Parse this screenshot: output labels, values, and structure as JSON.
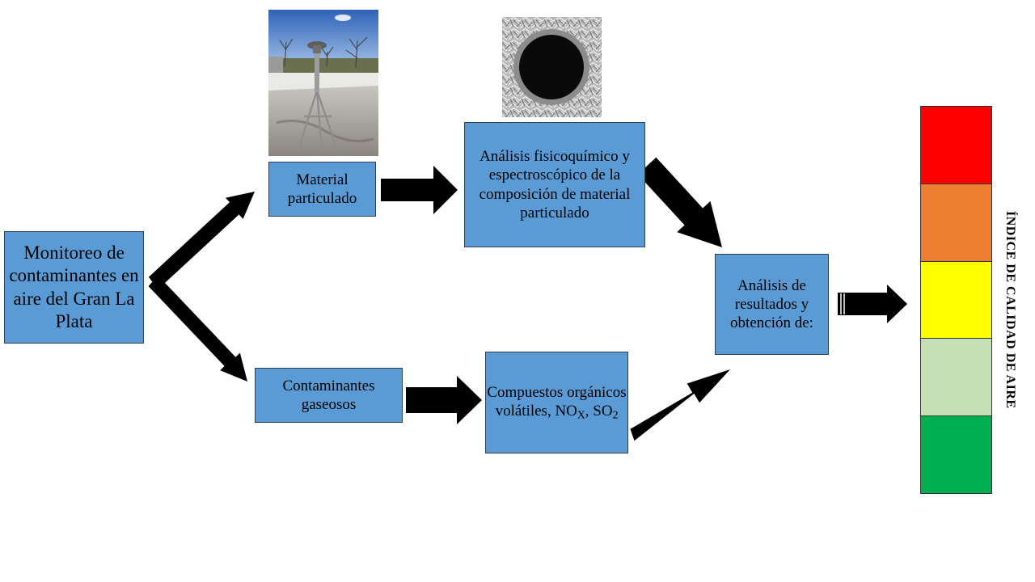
{
  "boxes": {
    "monitoring": "Monitoreo de contaminantes en aire del Gran La Plata",
    "particulate": "Material particulado",
    "gaseous": "Contaminantes gaseosos",
    "analysis_pm": "Análisis fisicoquímico y espectroscópico de la composición de material particulado",
    "compounds_pre": "Compuestos orgánicos volátiles, NO",
    "compounds_sub1": "X",
    "compounds_mid": ", SO",
    "compounds_sub2": "2",
    "results": "Análisis de resultados y obtención de:"
  },
  "index_label": "ÍNDICE DE CALIDAD DE AIRE",
  "scale_colors": [
    "#ff0000",
    "#ed7d31",
    "#ffff00",
    "#c5e0b4",
    "#00b050"
  ],
  "colors": {
    "box_fill": "#5b9bd5",
    "arrow": "#000000"
  }
}
